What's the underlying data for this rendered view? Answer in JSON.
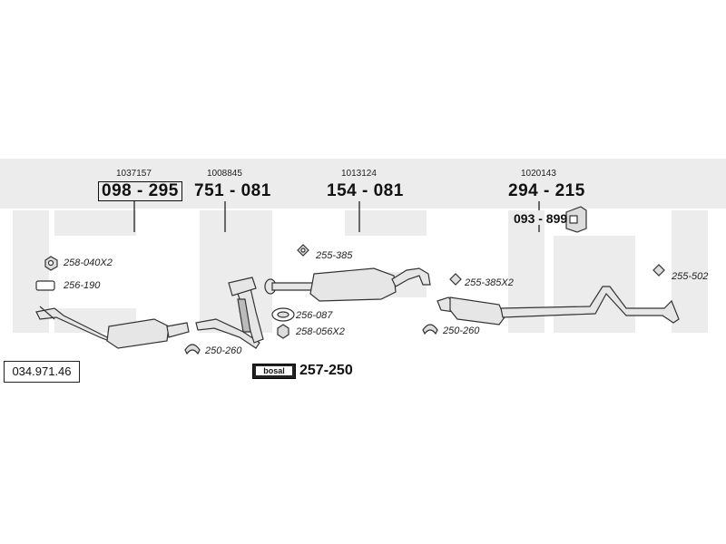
{
  "document_number": "034.971.46",
  "brand_logo_text": "bosal",
  "kit": {
    "number": "257-250"
  },
  "main_parts": [
    {
      "ref": "1037157",
      "number": "098 - 295"
    },
    {
      "ref": "1008845",
      "number": "751 - 081"
    },
    {
      "ref": "1013124",
      "number": "154 - 081"
    },
    {
      "ref": "1020143",
      "number": "294 - 215"
    }
  ],
  "bracket_part": {
    "number": "093 - 899"
  },
  "fittings": [
    {
      "id": "f1",
      "label": "258-040X2",
      "icon": "nut-icon"
    },
    {
      "id": "f2",
      "label": "256-190",
      "icon": "gasket-icon"
    },
    {
      "id": "f3",
      "label": "250-260",
      "icon": "clamp-icon"
    },
    {
      "id": "f4",
      "label": "255-385",
      "icon": "rubber-hanger-icon"
    },
    {
      "id": "f5",
      "label": "256-087",
      "icon": "gasket-ring-icon"
    },
    {
      "id": "f6",
      "label": "258-056X2",
      "icon": "nut-icon"
    },
    {
      "id": "f7",
      "label": "255-385X2",
      "icon": "rubber-hanger-icon"
    },
    {
      "id": "f8",
      "label": "250-260",
      "icon": "clamp-icon"
    },
    {
      "id": "f9",
      "label": "255-502",
      "icon": "rubber-hanger-icon"
    }
  ]
}
